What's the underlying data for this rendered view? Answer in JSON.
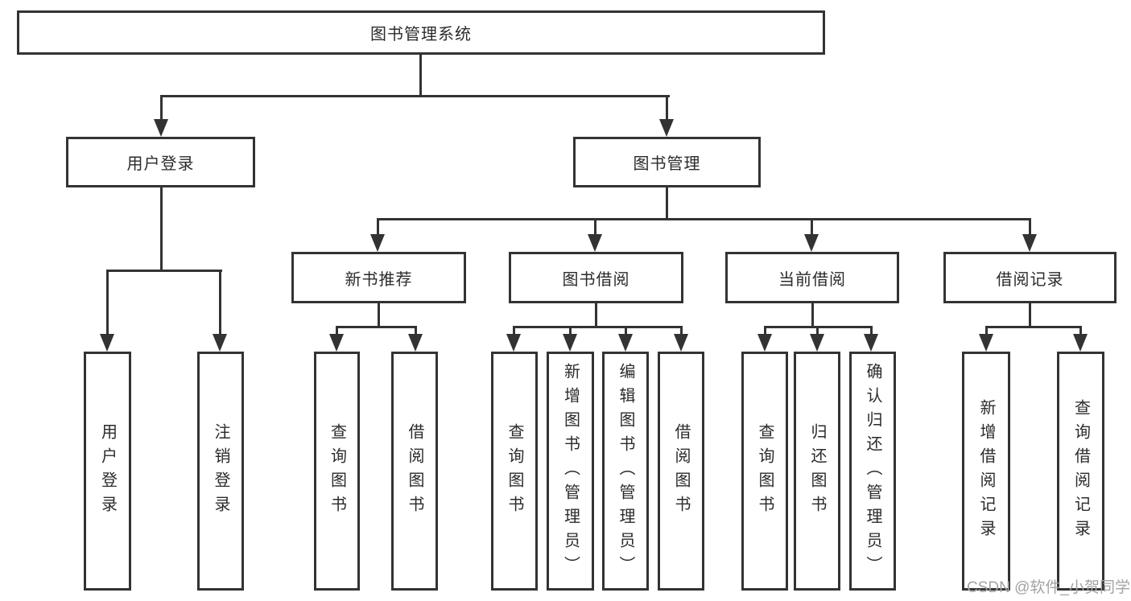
{
  "diagram": {
    "tree": {
      "label": "图书管理系统",
      "children": [
        {
          "label": "用户登录",
          "children": [
            {
              "label": "用户登录"
            },
            {
              "label": "注销登录"
            }
          ]
        },
        {
          "label": "图书管理",
          "children": [
            {
              "label": "新书推荐",
              "children": [
                {
                  "label": "查询图书"
                },
                {
                  "label": "借阅图书"
                }
              ]
            },
            {
              "label": "图书借阅",
              "children": [
                {
                  "label": "查询图书"
                },
                {
                  "label": "新增图书（管理员）"
                },
                {
                  "label": "编辑图书（管理员）"
                },
                {
                  "label": "借阅图书"
                }
              ]
            },
            {
              "label": "当前借阅",
              "children": [
                {
                  "label": "查询图书"
                },
                {
                  "label": "归还图书"
                },
                {
                  "label": "确认归还（管理员）"
                }
              ]
            },
            {
              "label": "借阅记录",
              "children": [
                {
                  "label": "新增借阅记录"
                },
                {
                  "label": "查询借阅记录"
                }
              ]
            }
          ]
        }
      ]
    },
    "watermark": "CSDN @软件_小贺同学"
  },
  "colors": {
    "line": "#333333",
    "text": "#2b2b2b",
    "watermark": "#a3a3a3",
    "background": "#ffffff",
    "node-fill": "#ffffff"
  }
}
